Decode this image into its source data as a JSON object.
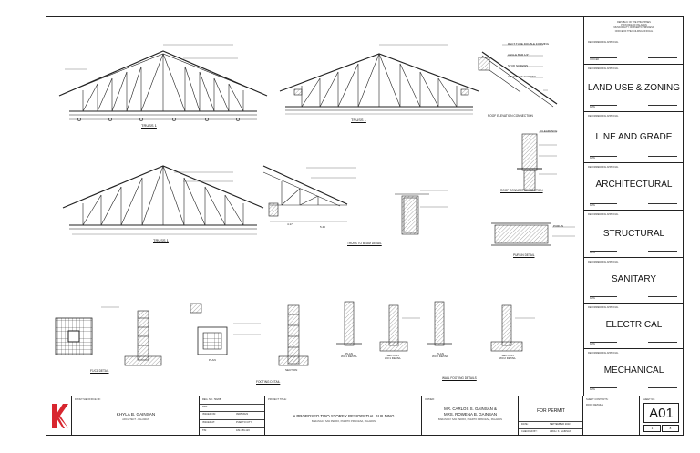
{
  "drawings": {
    "truss_1a": {
      "title": "TRUSS 1"
    },
    "truss_1b": {
      "title": "TRUSS 1"
    },
    "truss_1c": {
      "title": "TRUSS 1"
    },
    "roof_elevation_connection": {
      "title": "ROOF ELEVATION CONNECTION"
    },
    "roof_connection_section": {
      "title": "ROOF CONNECTION SECTION"
    },
    "truss_to_beam_detail": {
      "title": "TRUSS TO BEAM DETAIL"
    },
    "purlin_detail": {
      "title": "PURLIN DETAIL"
    },
    "footing_detail": {
      "title": "F1/C1 DETAIL"
    },
    "column_detail": {
      "title": "FOOTING DETAIL"
    },
    "wall_footing_details": {
      "title": "WALL FOOTING DETAILS"
    },
    "plan_wf1": {
      "title": "PLAN",
      "sub": "W.F1 DETAIL"
    },
    "section_wf1": {
      "title": "SECTION",
      "sub": "W.F1 DETAIL"
    },
    "plan_wf2": {
      "title": "PLAN",
      "sub": "W.F2 DETAIL"
    },
    "section_wf2": {
      "title": "SECTION",
      "sub": "W.F2 DETAIL"
    },
    "sections": {
      "section": "SECTION",
      "plan": "PLAN"
    },
    "dims": {
      "d1": "4.17",
      "d2": "5.43"
    },
    "callouts": {
      "rec_1": "RECT TUBE DOUBLE FORMING",
      "rec_2": "ANGLE BAR 1/4\"",
      "rec_3": "STUD SCREWS",
      "rec_4": "CONCRETE FOOTING",
      "rec_5": "CLEARANCE",
      "rec_6": "PURLIN"
    }
  },
  "panel": {
    "header_lines": [
      "REPUBLIC OF THE PHILIPPINES",
      "PROVINCE OF PALAWAN",
      "MUNICIPALITY OF PUERTO PRINCESA",
      "OFFICE OF THE BUILDING OFFICIAL"
    ],
    "disciplines": [
      {
        "name": "LAND USE & ZONING",
        "head": "RECOMMENDING APPROVAL"
      },
      {
        "name": "LINE AND GRADE",
        "head": "RECOMMENDING APPROVAL"
      },
      {
        "name": "ARCHITECTURAL",
        "head": "RECOMMENDING APPROVAL"
      },
      {
        "name": "STRUCTURAL",
        "head": "RECOMMENDING APPROVAL"
      },
      {
        "name": "SANITARY",
        "head": "RECOMMENDING APPROVAL"
      },
      {
        "name": "ELECTRICAL",
        "head": "RECOMMENDING APPROVAL"
      },
      {
        "name": "MECHANICAL",
        "head": "RECOMMENDING APPROVAL"
      }
    ],
    "top_head": "RECOMMENDING APPROVAL",
    "sig_label": "DATE",
    "sig_label2": "OFFICER"
  },
  "titleblock": {
    "office_label": "FROM THE OFFICE OF:",
    "architect": "KHYLA B. GAINSAN",
    "architect_sub": "ARCHITECT - PALAWAN",
    "reg_label": "REG. NO.: 50208",
    "rows": [
      {
        "k": "PTR:",
        "v": ""
      },
      {
        "k": "ISSUED ON:",
        "v": "09/05/2023"
      },
      {
        "k": "ISSUED AT:",
        "v": "PUERTO CITY"
      },
      {
        "k": "TIN:",
        "v": "182-789-123"
      }
    ],
    "project_label": "PROJECT TITLE:",
    "project_title": "A PROPOSED TWO STOREY RESIDENTIAL BUILDING",
    "project_sub": "BARANGAY SAN PEDRO, PUERTO PRINCESA, PALAWAN",
    "owner_label": "OWNER:",
    "owner_1": "MR. CARLOS S. GAINSAN &",
    "owner_2": "MRS. ROWENA B. GAINSAN",
    "owner_sub": "BARANGAY SAN PEDRO, PUERTO PRINCESA, PALAWAN",
    "status": "FOR PERMIT",
    "date_label": "DATE:",
    "date_value": "SEPTEMBER 2023",
    "checked_label": "CHECKED BY:",
    "checked_value": "ARCH. K. GAINSAN",
    "sheet_contents_label": "SHEET CONTENTS:",
    "sheet_contents": "ROOF DETAILS",
    "sheet_no_label": "SHEET NO.",
    "sheet_no": "A01",
    "sheet_page": "1",
    "sheet_total": "8"
  },
  "colors": {
    "logo_red": "#d8262f",
    "line": "#222222"
  }
}
